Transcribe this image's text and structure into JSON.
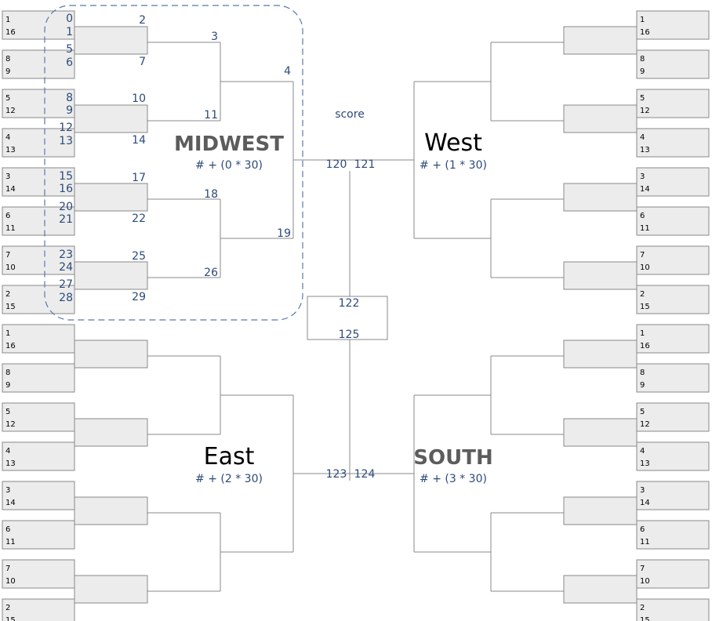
{
  "regions": [
    {
      "key": "midwest",
      "name": "MIDWEST",
      "formula": "# + (0 * 30)"
    },
    {
      "key": "west",
      "name": "West",
      "formula": "# + (1 * 30)"
    },
    {
      "key": "east",
      "name": "East",
      "formula": "# + (2 * 30)"
    },
    {
      "key": "south",
      "name": "SOUTH",
      "formula": "# + (3 * 30)"
    }
  ],
  "seed_pairs": [
    [
      "1",
      "16"
    ],
    [
      "8",
      "9"
    ],
    [
      "5",
      "12"
    ],
    [
      "4",
      "13"
    ],
    [
      "3",
      "14"
    ],
    [
      "6",
      "11"
    ],
    [
      "7",
      "10"
    ],
    [
      "2",
      "15"
    ]
  ],
  "midwest_indices": {
    "first_round": [
      [
        "0",
        "1"
      ],
      [
        "5",
        "6"
      ],
      [
        "8",
        "9"
      ],
      [
        "12",
        "13"
      ],
      [
        "15",
        "16"
      ],
      [
        "20",
        "21"
      ],
      [
        "23",
        "24"
      ],
      [
        "27",
        "28"
      ]
    ],
    "second_round": [
      [
        "2",
        "7"
      ],
      [
        "10",
        "14"
      ],
      [
        "17",
        "22"
      ],
      [
        "25",
        "29"
      ]
    ],
    "sweet_sixteen": [
      [
        "3",
        "11"
      ],
      [
        "18",
        "26"
      ]
    ],
    "elite_eight": [
      "4",
      "19"
    ]
  },
  "center": {
    "score_label": "score",
    "top_final": [
      "120",
      "121"
    ],
    "bottom_final": [
      "123",
      "124"
    ],
    "championship": [
      "122",
      "125"
    ]
  }
}
